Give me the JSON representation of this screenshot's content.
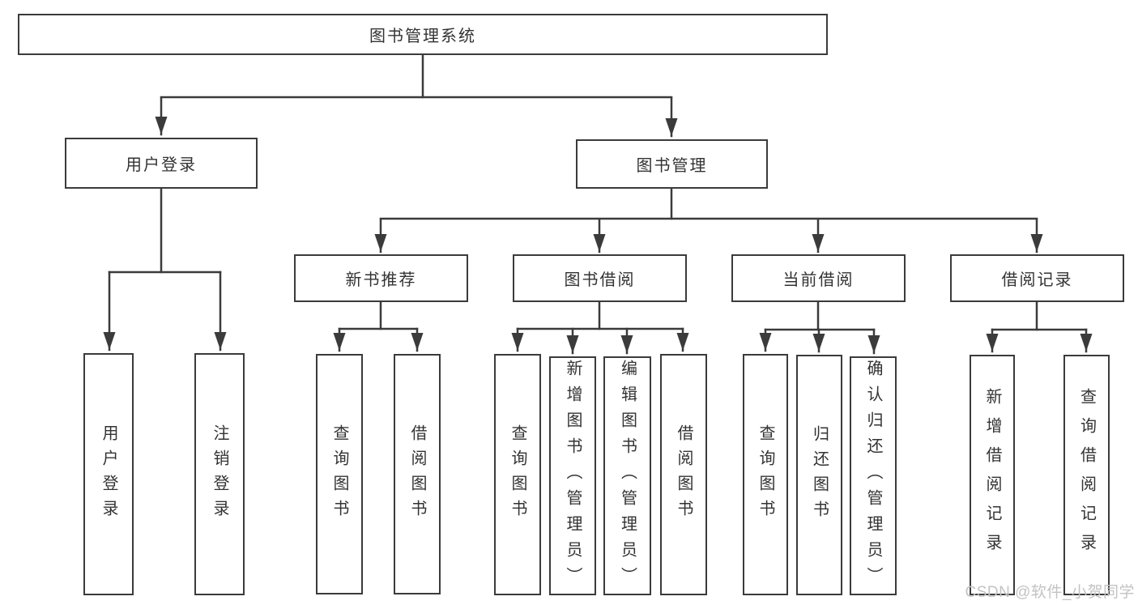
{
  "tree": {
    "root": {
      "label": "图书管理系统"
    },
    "branches": [
      {
        "label": "用户登录",
        "children": [
          {
            "label": "用户登录"
          },
          {
            "label": "注销登录"
          }
        ]
      },
      {
        "label": "图书管理",
        "children": [
          {
            "label": "新书推荐",
            "children": [
              {
                "label": "查询图书"
              },
              {
                "label": "借阅图书"
              }
            ]
          },
          {
            "label": "图书借阅",
            "children": [
              {
                "label": "查询图书"
              },
              {
                "label": "新增图书（管理员）"
              },
              {
                "label": "编辑图书（管理员）"
              },
              {
                "label": "借阅图书"
              }
            ]
          },
          {
            "label": "当前借阅",
            "children": [
              {
                "label": "查询图书"
              },
              {
                "label": "归还图书"
              },
              {
                "label": "确认归还（管理员）"
              }
            ]
          },
          {
            "label": "借阅记录",
            "children": [
              {
                "label": "新增借阅记录"
              },
              {
                "label": "查询借阅记录"
              }
            ]
          }
        ]
      }
    ]
  },
  "watermark": {
    "text": "CSDN @软件_小贺同学"
  },
  "colors": {
    "line": "#3b3b3b",
    "border": "#3b3b3b",
    "text": "#333333",
    "watermark": "#c3c3c3",
    "background": "#ffffff"
  }
}
